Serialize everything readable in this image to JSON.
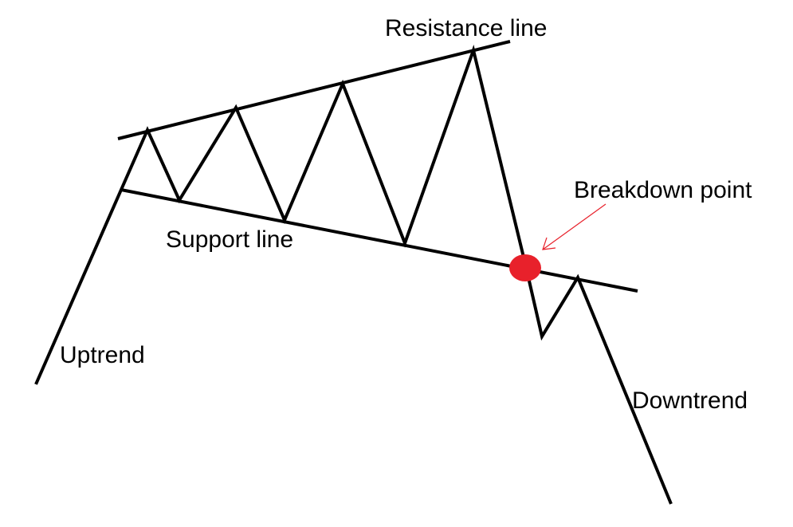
{
  "labels": {
    "resistance": "Resistance line",
    "support": "Support line",
    "breakdown": "Breakdown point",
    "uptrend": "Uptrend",
    "downtrend": "Downtrend"
  },
  "colors": {
    "line": "#000000",
    "breakdown_marker": "#e8212b",
    "arrow": "#e8212b"
  }
}
